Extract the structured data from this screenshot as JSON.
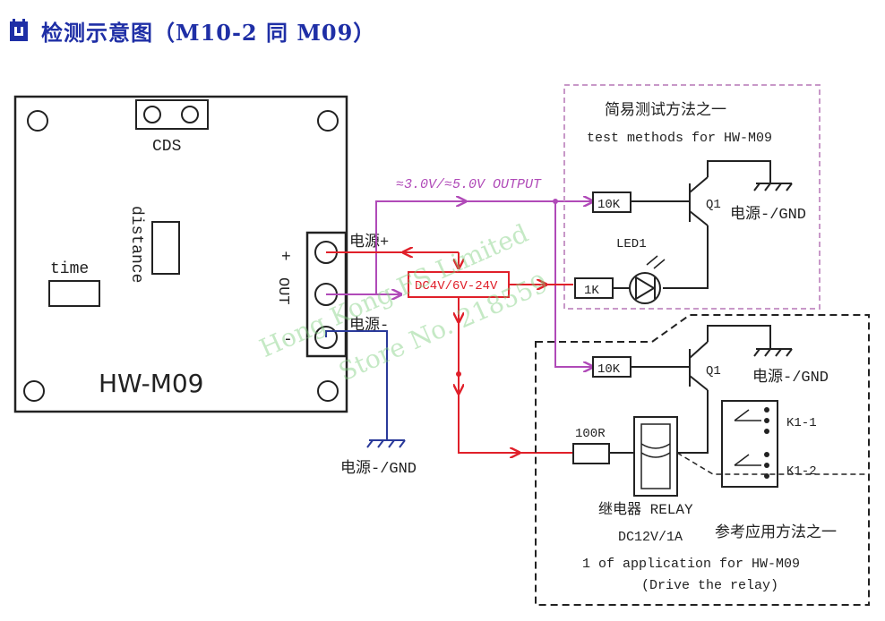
{
  "header": {
    "title": "检测示意图（M10-2 同 M09）",
    "icon": "document-icon",
    "accent": "#1f2fa6"
  },
  "module": {
    "cds_label": "CDS",
    "distance_label": "distance",
    "time_label": "time",
    "model_label": "HW-M09",
    "plus_sign": "+",
    "minus_sign": "-",
    "out_label": "OUT",
    "power_plus": "电源+",
    "power_minus": "电源-",
    "gnd_label": "电源-/GND"
  },
  "signals": {
    "output_label": "≈3.0V/≈5.0V OUTPUT",
    "supply_label": "DC4V/6V-24V",
    "output_color": "#b04ab8",
    "supply_color": "#e0202a",
    "ground_color": "#2a3a9a"
  },
  "test_method": {
    "title_cn": "简易测试方法之一",
    "title_en": "test methods for HW-M09",
    "resistor_base": "10K",
    "transistor": "Q1",
    "gnd_label": "电源-/GND",
    "led_label": "LED1",
    "resistor_led": "1K"
  },
  "relay_app": {
    "resistor_base": "10K",
    "transistor": "Q1",
    "gnd_label": "电源-/GND",
    "resistor_coil": "100R",
    "contact1": "K1-1",
    "contact2": "K1-2",
    "relay_name": "继电器 RELAY",
    "relay_rating": "DC12V/1A",
    "title_cn": "参考应用方法之一",
    "caption1": "1 of application for HW-M09",
    "caption2": "(Drive the relay)"
  },
  "watermark": {
    "line1": "Hong Kong FS Limited",
    "line2": "Store No. 218559"
  }
}
